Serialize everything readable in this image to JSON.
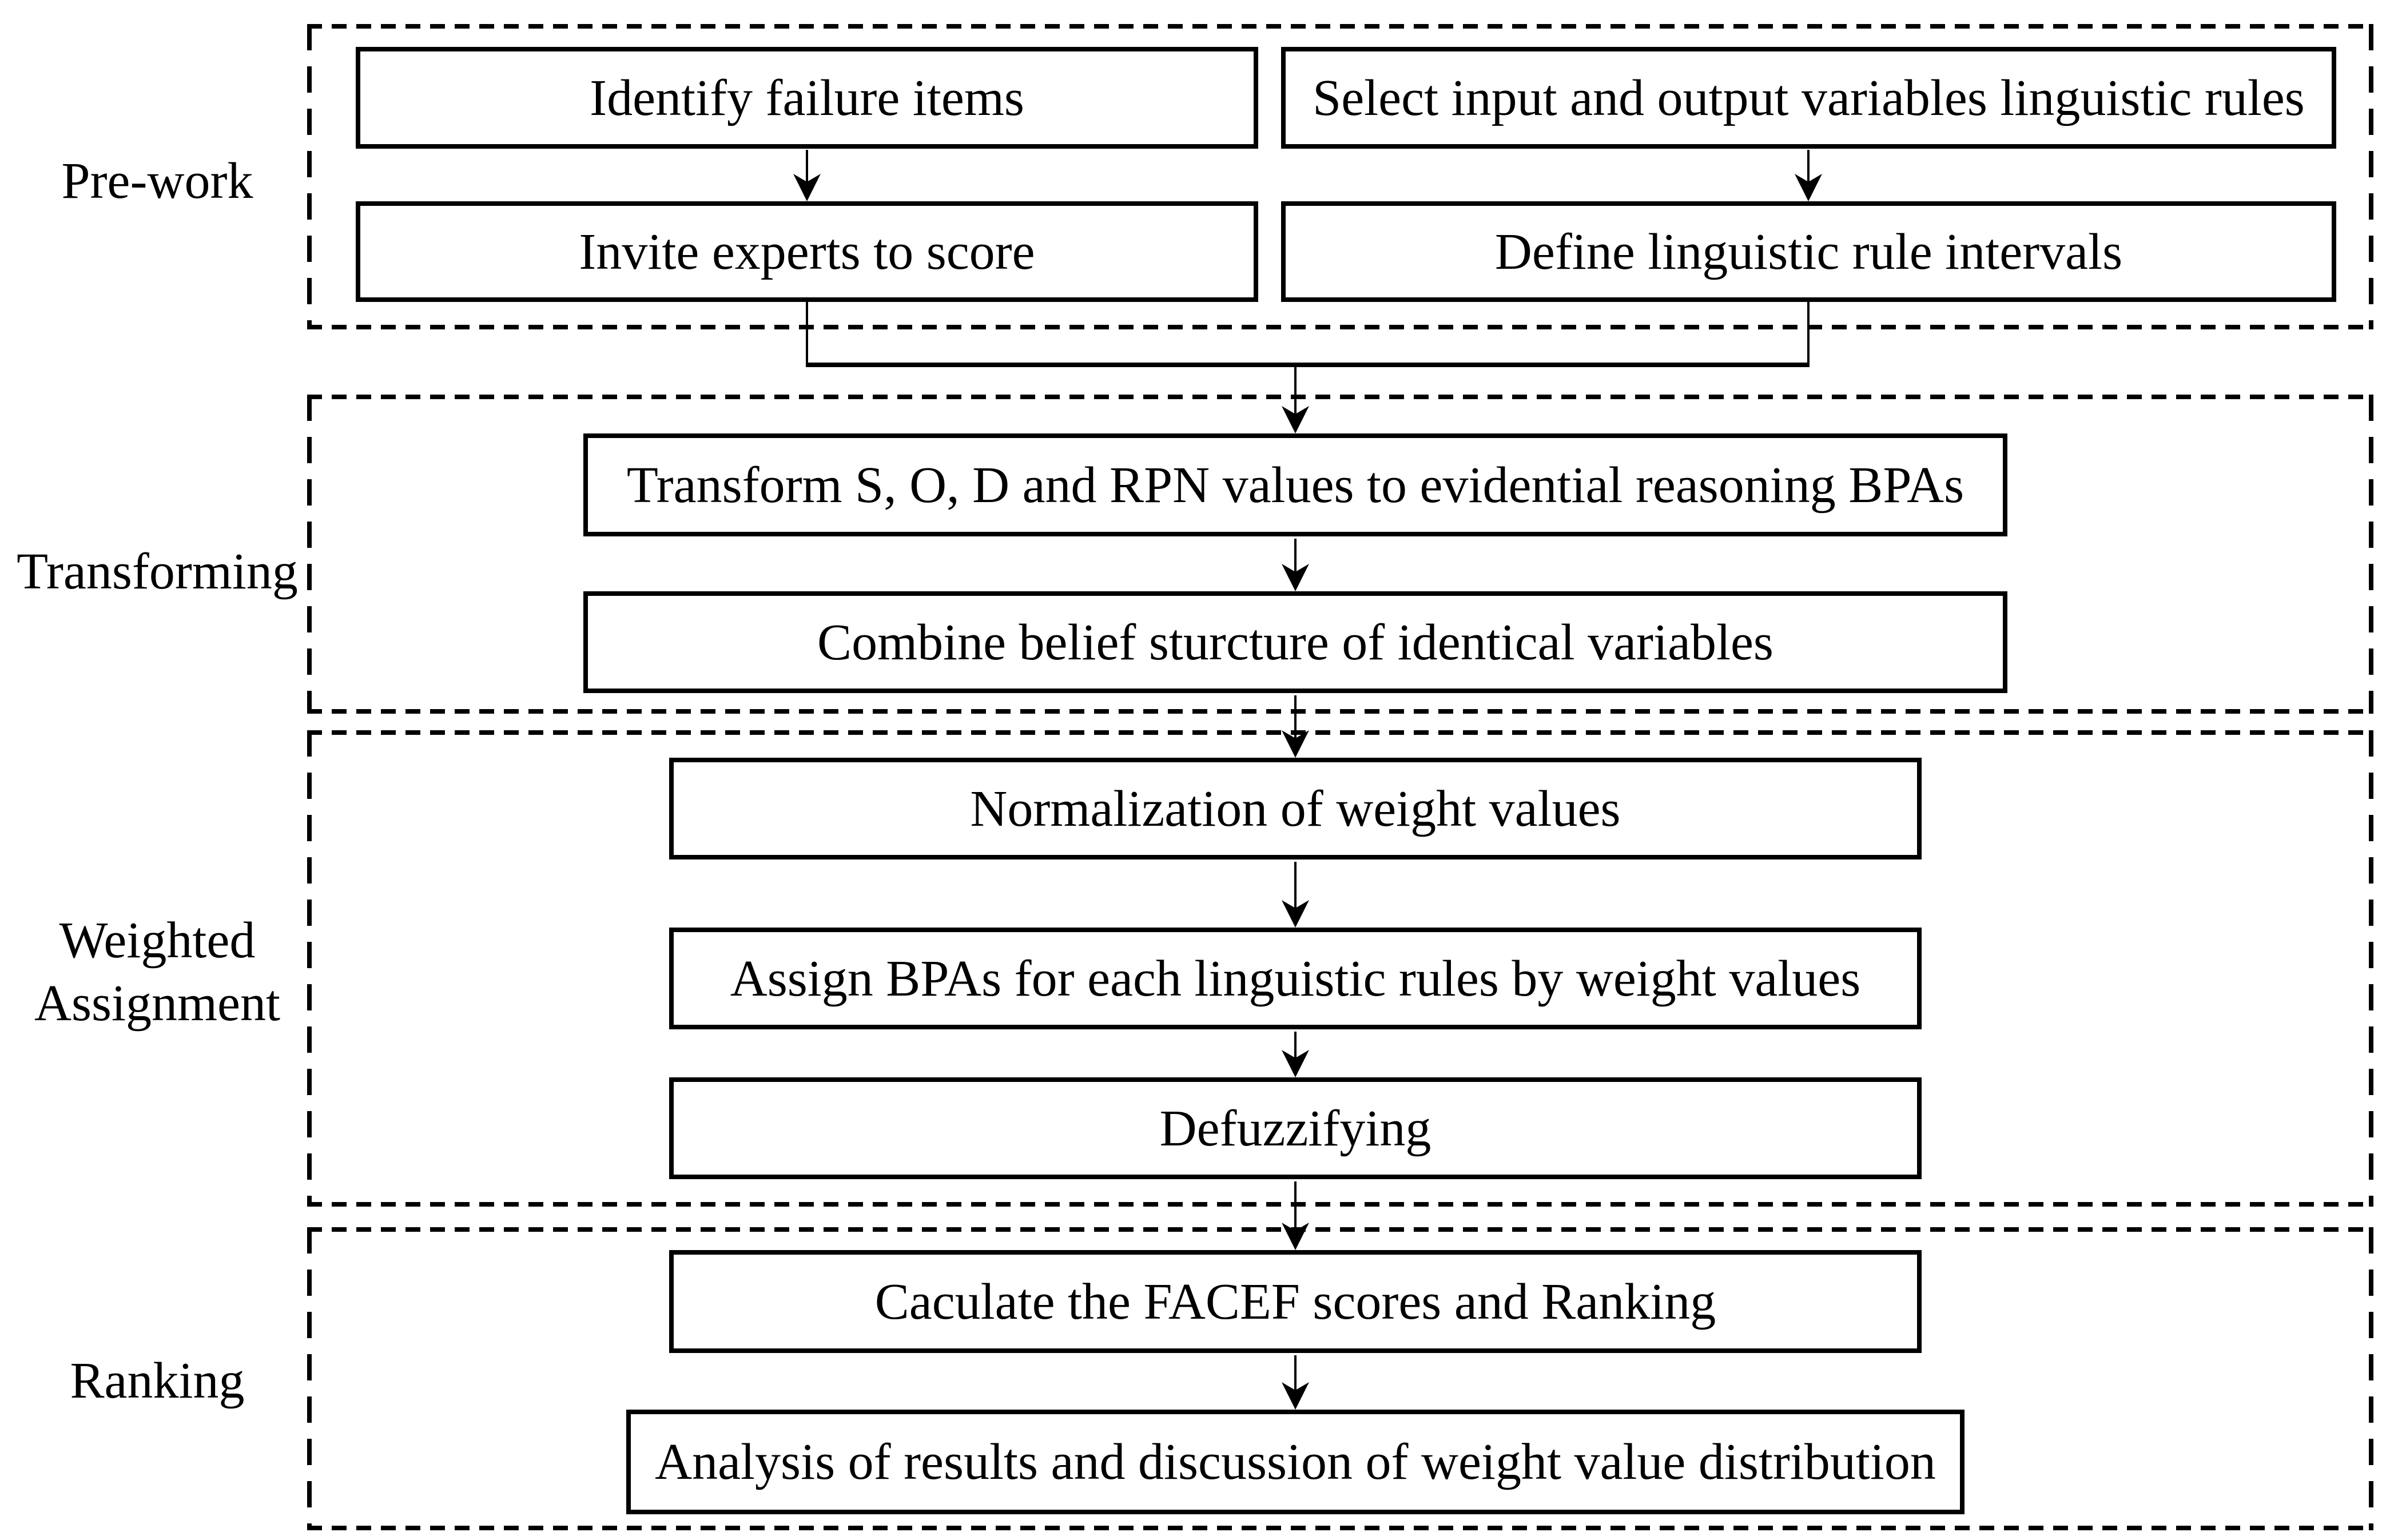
{
  "diagram": {
    "background": "#ffffff",
    "ink": "#000000",
    "sections": [
      {
        "label": "Pre-work",
        "boxes": [
          "Identify failure items",
          "Select input and output variables linguistic rules",
          "Invite experts to score",
          "Define linguistic rule intervals"
        ]
      },
      {
        "label": "Transforming",
        "boxes": [
          "Transform S, O, D and RPN values to evidential reasoning BPAs",
          "Combine belief sturcture of identical variables"
        ]
      },
      {
        "label": "Weighted Assignment",
        "boxes": [
          "Normalization of weight values",
          "Assign BPAs for each linguistic rules by weight values",
          "Defuzzifying"
        ]
      },
      {
        "label": "Ranking",
        "boxes": [
          "Caculate the FACEF scores and Ranking",
          "Analysis of results and discussion of weight value distribution"
        ]
      }
    ]
  }
}
